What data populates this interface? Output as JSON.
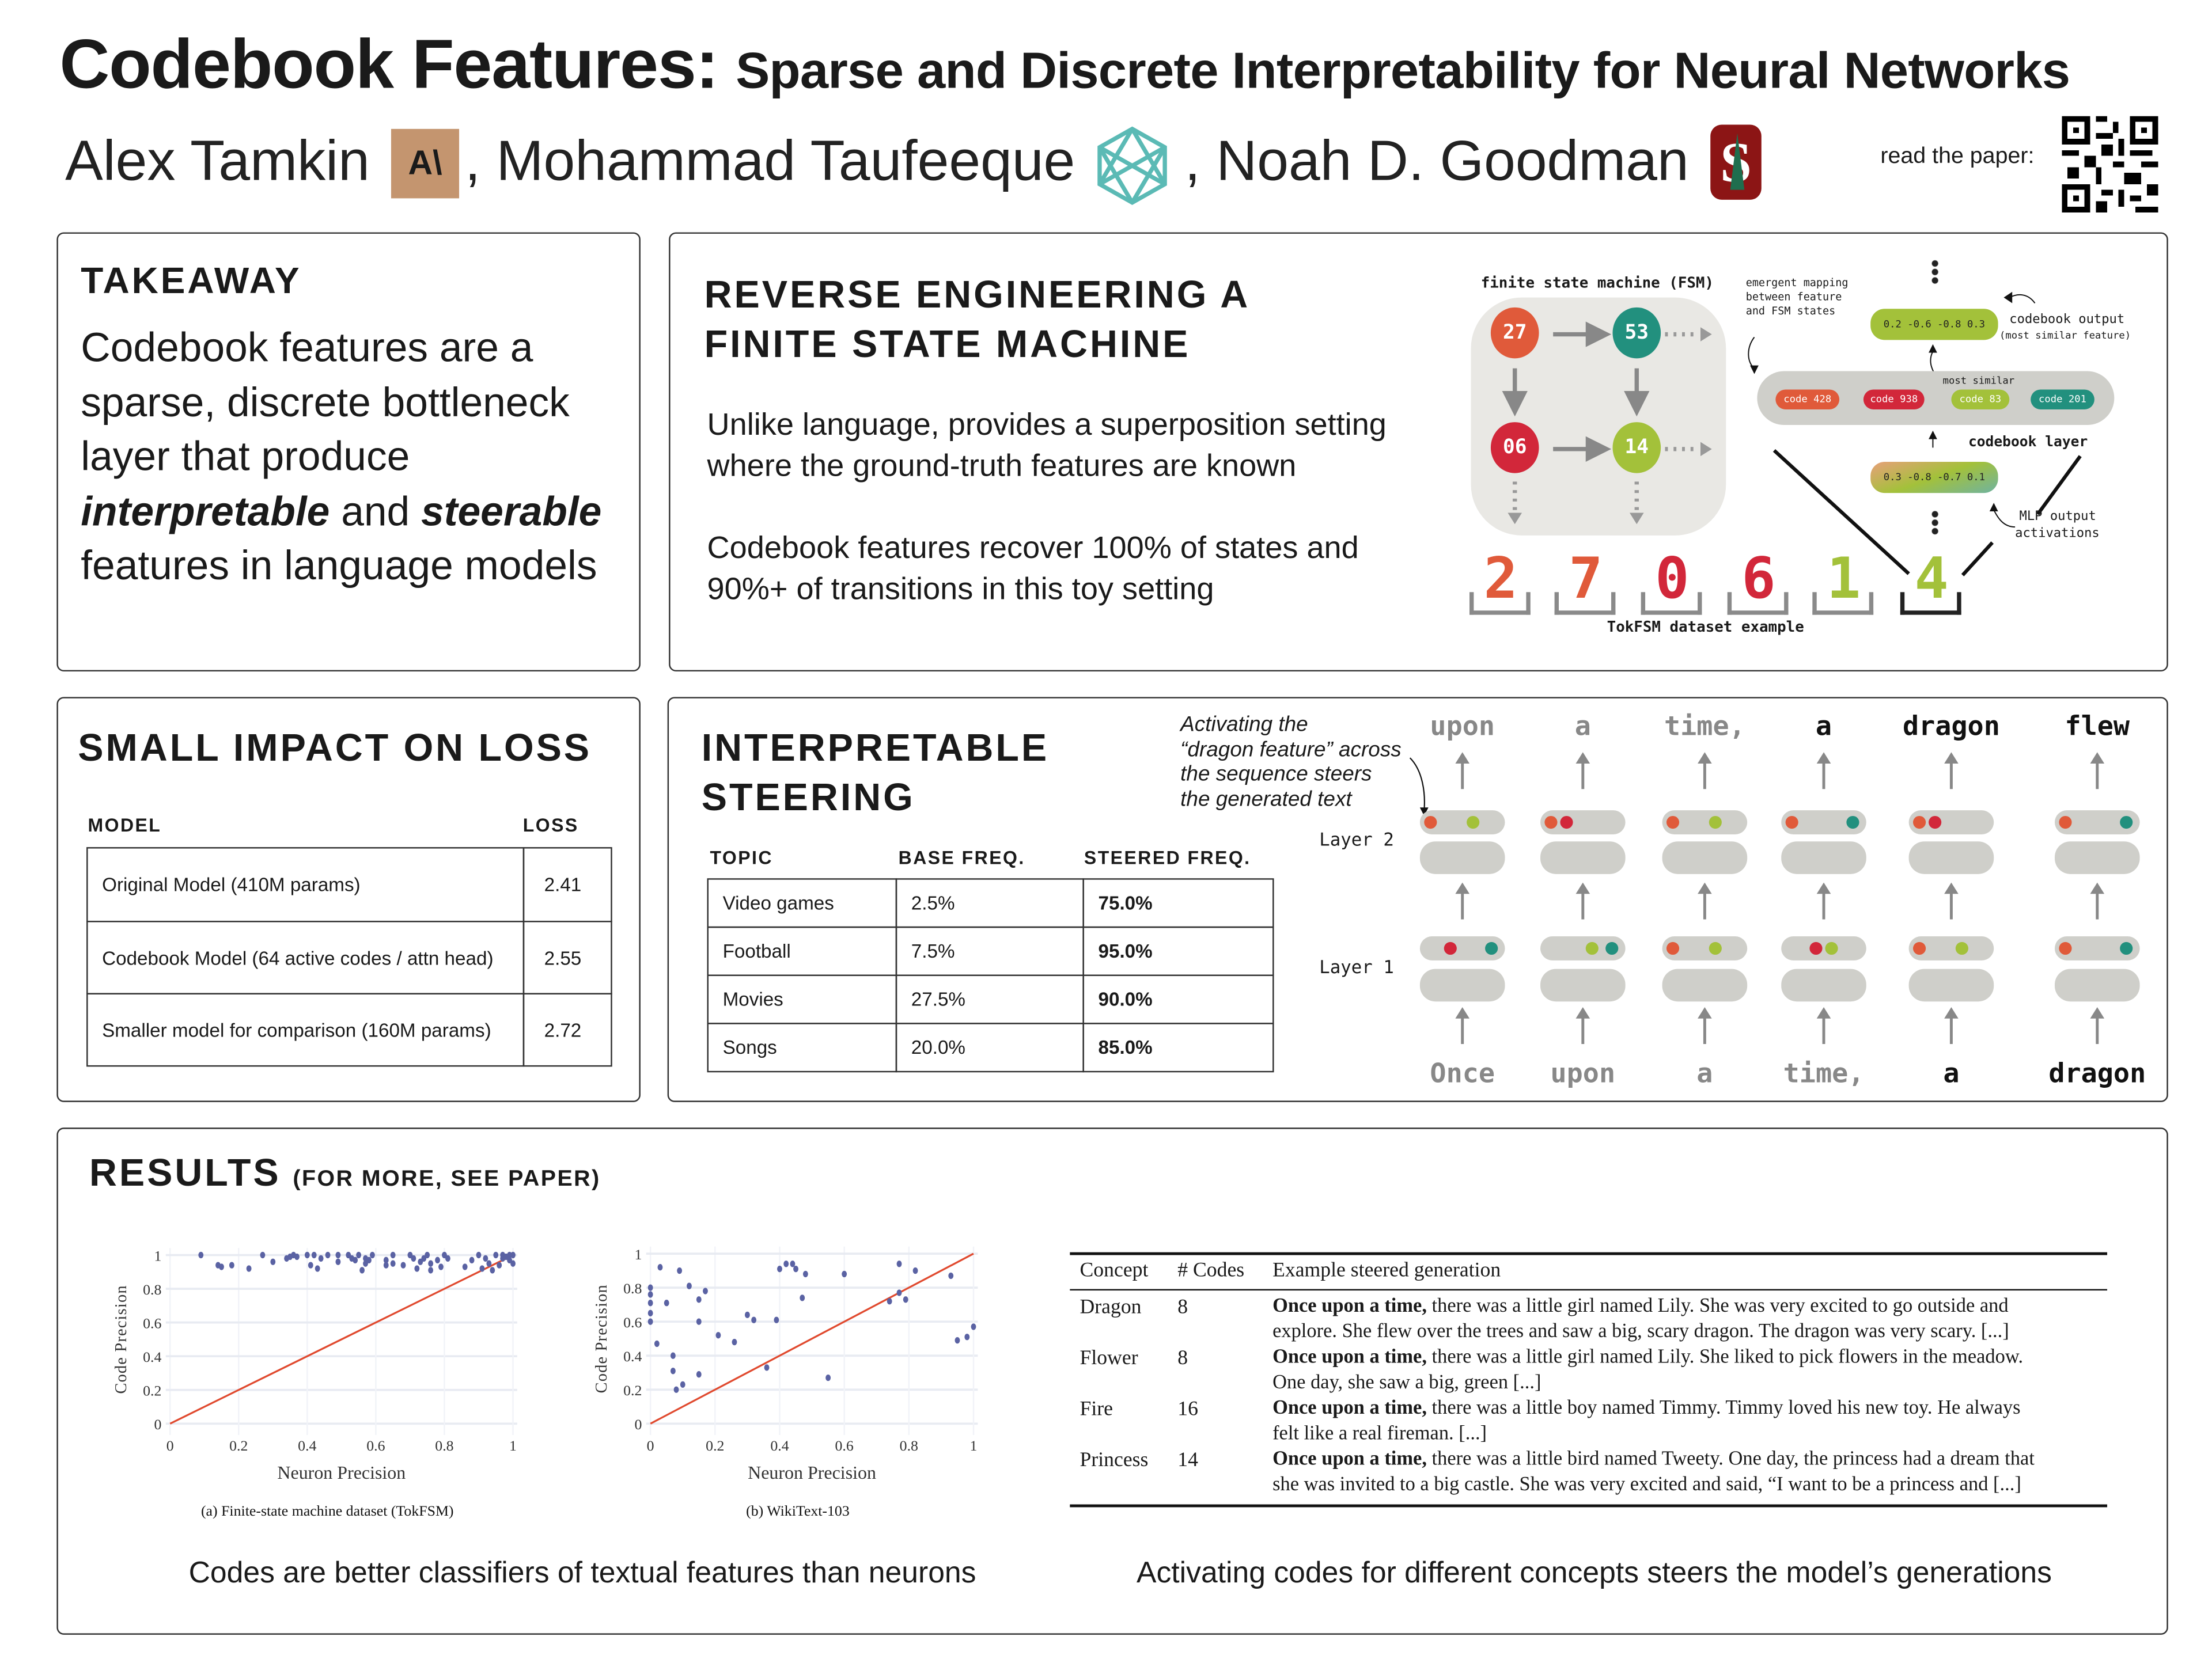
{
  "header": {
    "title_main": "Codebook Features:",
    "title_sub": "Sparse and Discrete Interpretability for Neural Networks",
    "authors": [
      "Alex Tamkin",
      ", Mohammad Taufeeque",
      ", Noah D. Goodman"
    ],
    "logos": {
      "anthropic": "A\\",
      "far": "network-logo-icon",
      "stanford": "S"
    },
    "qr_label": "read the paper:"
  },
  "takeaway": {
    "heading": "TAKEAWAY",
    "line1": "Codebook features are a",
    "line2": "sparse, discrete bottleneck",
    "line3": "layer that produce",
    "em1": "interpretable",
    "and": " and ",
    "em2": "steerable",
    "line5": "features in language models"
  },
  "fsm_panel": {
    "heading1": "REVERSE ENGINEERING A",
    "heading2": "FINITE STATE MACHINE",
    "p1_l1": "Unlike language, provides a superposition setting",
    "p1_l2": "where the ground-truth features are known",
    "p2_l1": "Codebook features recover 100% of states and",
    "p2_l2": "90%+ of transitions in this toy setting",
    "fsm_title": "finite state machine (FSM)",
    "states": [
      {
        "label": "27",
        "color": "#E05A3A"
      },
      {
        "label": "53",
        "color": "#22907E"
      },
      {
        "label": "06",
        "color": "#D2273A"
      },
      {
        "label": "14",
        "color": "#A3C13A"
      }
    ],
    "digits": [
      {
        "d": "2",
        "color": "#E05A3A"
      },
      {
        "d": "7",
        "color": "#E05A3A"
      },
      {
        "d": "0",
        "color": "#D2273A"
      },
      {
        "d": "6",
        "color": "#D2273A"
      },
      {
        "d": "1",
        "color": "#A3C13A"
      },
      {
        "d": "4",
        "color": "#A3C13A"
      }
    ],
    "dataset_label": "TokFSM dataset example",
    "mapping_l1": "emergent mapping",
    "mapping_l2": "between feature",
    "mapping_l3": "and FSM states",
    "codebook_output_vals": "0.2 -0.6 -0.8 0.3",
    "codebook_output_l1": "codebook output",
    "codebook_output_l2": "(most similar feature)",
    "most_similar": "most similar",
    "codes": [
      {
        "label": "code 428",
        "color": "#E05A3A"
      },
      {
        "label": "code 938",
        "color": "#D2273A"
      },
      {
        "label": "code 83",
        "color": "#A3C13A"
      },
      {
        "label": "code 201",
        "color": "#22907E"
      }
    ],
    "codebook_layer": "codebook layer",
    "mlp_vals": "0.3 -0.8 -0.7 0.1",
    "mlp_l1": "MLP output",
    "mlp_l2": "activations"
  },
  "loss_panel": {
    "heading": "SMALL IMPACT ON LOSS",
    "col_model": "MODEL",
    "col_loss": "LOSS",
    "rows": [
      {
        "model": "Original Model (410M params)",
        "loss": "2.41"
      },
      {
        "model": "Codebook Model (64 active codes / attn head)",
        "loss": "2.55"
      },
      {
        "model": "Smaller model for comparison (160M params)",
        "loss": "2.72"
      }
    ]
  },
  "steering_panel": {
    "heading1": "INTERPRETABLE",
    "heading2": "STEERING",
    "annotation": [
      "Activating the",
      "“dragon feature” across",
      "the sequence steers",
      "the generated text"
    ],
    "col_topic": "TOPIC",
    "col_base": "BASE FREQ.",
    "col_steered": "STEERED FREQ.",
    "rows": [
      {
        "topic": "Video games",
        "base": "2.5%",
        "steered": "75.0%"
      },
      {
        "topic": "Football",
        "base": "7.5%",
        "steered": "95.0%"
      },
      {
        "topic": "Movies",
        "base": "27.5%",
        "steered": "90.0%"
      },
      {
        "topic": "Songs",
        "base": "20.0%",
        "steered": "85.0%"
      }
    ],
    "layer2": "Layer 2",
    "layer1": "Layer 1",
    "output_words": [
      {
        "w": "upon",
        "generated": false
      },
      {
        "w": "a",
        "generated": false
      },
      {
        "w": "time,",
        "generated": false
      },
      {
        "w": "a",
        "generated": true
      },
      {
        "w": "dragon",
        "generated": true
      },
      {
        "w": "flew",
        "generated": true
      }
    ],
    "input_words": [
      {
        "w": "Once",
        "generated": false
      },
      {
        "w": "upon",
        "generated": false
      },
      {
        "w": "a",
        "generated": false
      },
      {
        "w": "time,",
        "generated": false
      },
      {
        "w": "a",
        "generated": true
      },
      {
        "w": "dragon",
        "generated": true
      }
    ],
    "layer2_codes": [
      [
        "orange",
        "green"
      ],
      [
        "orange",
        "red"
      ],
      [
        "orange",
        "green"
      ],
      [
        "orange",
        "teal"
      ],
      [
        "orange",
        "red"
      ],
      [
        "orange",
        "teal"
      ]
    ],
    "layer1_codes": [
      [
        "red",
        "teal"
      ],
      [
        "green",
        "teal"
      ],
      [
        "orange",
        "green"
      ],
      [
        "red",
        "green"
      ],
      [
        "orange",
        "green"
      ],
      [
        "orange",
        "teal"
      ]
    ],
    "code_colors": {
      "orange": "#E05A3A",
      "red": "#D2273A",
      "green": "#A3C13A",
      "teal": "#22907E"
    }
  },
  "results": {
    "heading": "RESULTS",
    "subheading": "(FOR MORE, SEE PAPER)",
    "left_caption": "Codes are better classifiers of textual features than neurons",
    "right_caption": "Activating codes for different concepts steers the model’s generations",
    "table": {
      "col_concept": "Concept",
      "col_codes": "# Codes",
      "col_example": "Example steered generation",
      "rows": [
        {
          "concept": "Dragon",
          "codes": "8",
          "bold": "Once upon a time,",
          "l1": " there was a little girl named Lily. She was very excited to go outside and",
          "l2": "explore. She flew over the trees and saw a big, scary dragon. The dragon was very scary. [...]"
        },
        {
          "concept": "Flower",
          "codes": "8",
          "bold": "Once upon a time,",
          "l1": " there was a little girl named Lily. She liked to pick flowers in the meadow.",
          "l2": "One day, she saw a big, green [...]"
        },
        {
          "concept": "Fire",
          "codes": "16",
          "bold": "Once upon a time,",
          "l1": " there was a little boy named Timmy. Timmy loved his new toy. He always",
          "l2": "felt like a real fireman. [...]"
        },
        {
          "concept": "Princess",
          "codes": "14",
          "bold": "Once upon a time,",
          "l1": " there was a little bird named Tweety. One day, the princess had a dream that",
          "l2": "she was invited to a big castle. She was very excited and said, “I want to be a princess and [...]"
        }
      ]
    }
  },
  "chart_data": [
    {
      "type": "scatter",
      "title": "(a) Finite-state machine dataset (TokFSM)",
      "xlabel": "Neuron Precision",
      "ylabel": "Code Precision",
      "xlim": [
        0,
        1
      ],
      "ylim": [
        0,
        1
      ],
      "xticks": [
        "0",
        "0.2",
        "0.4",
        "0.6",
        "0.8",
        "1"
      ],
      "yticks": [
        "0",
        "0.2",
        "0.4",
        "0.6",
        "0.8",
        "1"
      ],
      "grid": true,
      "reference_line": {
        "from": [
          0,
          0
        ],
        "to": [
          1,
          1
        ],
        "color": "#E0492E"
      },
      "point_color": "#5A62A3",
      "points": [
        [
          0.09,
          1.0
        ],
        [
          0.14,
          0.94
        ],
        [
          0.15,
          0.93
        ],
        [
          0.18,
          0.94
        ],
        [
          0.23,
          0.92
        ],
        [
          0.27,
          1.0
        ],
        [
          0.3,
          0.96
        ],
        [
          0.34,
          0.98
        ],
        [
          0.35,
          0.99
        ],
        [
          0.36,
          1.0
        ],
        [
          0.37,
          0.99
        ],
        [
          0.4,
          1.0
        ],
        [
          0.41,
          0.94
        ],
        [
          0.42,
          1.0
        ],
        [
          0.43,
          0.92
        ],
        [
          0.44,
          0.98
        ],
        [
          0.46,
          1.0
        ],
        [
          0.49,
          1.0
        ],
        [
          0.49,
          0.96
        ],
        [
          0.52,
          1.0
        ],
        [
          0.53,
          0.98
        ],
        [
          0.54,
          0.97
        ],
        [
          0.55,
          1.0
        ],
        [
          0.56,
          0.91
        ],
        [
          0.57,
          0.95
        ],
        [
          0.57,
          0.98
        ],
        [
          0.58,
          0.97
        ],
        [
          0.59,
          1.0
        ],
        [
          0.63,
          0.97
        ],
        [
          0.63,
          0.94
        ],
        [
          0.65,
          1.0
        ],
        [
          0.65,
          0.95
        ],
        [
          0.68,
          0.94
        ],
        [
          0.7,
          1.0
        ],
        [
          0.71,
          0.98
        ],
        [
          0.72,
          0.92
        ],
        [
          0.73,
          0.96
        ],
        [
          0.74,
          0.98
        ],
        [
          0.75,
          1.0
        ],
        [
          0.76,
          0.95
        ],
        [
          0.76,
          0.91
        ],
        [
          0.78,
          0.97
        ],
        [
          0.79,
          0.93
        ],
        [
          0.8,
          1.0
        ],
        [
          0.81,
          0.98
        ],
        [
          0.86,
          0.93
        ],
        [
          0.88,
          0.97
        ],
        [
          0.9,
          1.0
        ],
        [
          0.91,
          0.92
        ],
        [
          0.92,
          0.98
        ],
        [
          0.93,
          0.95
        ],
        [
          0.94,
          0.91
        ],
        [
          0.95,
          1.0
        ],
        [
          0.96,
          0.94
        ],
        [
          0.97,
          1.0
        ],
        [
          0.98,
          0.99
        ],
        [
          0.99,
          0.97
        ],
        [
          1.0,
          1.0
        ],
        [
          1.0,
          0.95
        ],
        [
          0.99,
          1.0
        ],
        [
          0.97,
          0.98
        ]
      ]
    },
    {
      "type": "scatter",
      "title": "(b) WikiText-103",
      "xlabel": "Neuron Precision",
      "ylabel": "Code Precision",
      "xlim": [
        0,
        1
      ],
      "ylim": [
        0,
        1
      ],
      "xticks": [
        "0",
        "0.2",
        "0.4",
        "0.6",
        "0.8",
        "1"
      ],
      "yticks": [
        "0",
        "0.2",
        "0.4",
        "0.6",
        "0.8",
        "1"
      ],
      "grid": true,
      "reference_line": {
        "from": [
          0,
          0
        ],
        "to": [
          1,
          1
        ],
        "color": "#E0492E"
      },
      "point_color": "#5A62A3",
      "points": [
        [
          0.03,
          0.92
        ],
        [
          0.09,
          0.9
        ],
        [
          0,
          0.8
        ],
        [
          0,
          0.76
        ],
        [
          0,
          0.71
        ],
        [
          0.05,
          0.71
        ],
        [
          0,
          0.65
        ],
        [
          0,
          0.6
        ],
        [
          0.12,
          0.81
        ],
        [
          0.17,
          0.78
        ],
        [
          0.15,
          0.73
        ],
        [
          0.15,
          0.6
        ],
        [
          0.02,
          0.47
        ],
        [
          0.07,
          0.4
        ],
        [
          0.07,
          0.31
        ],
        [
          0.1,
          0.23
        ],
        [
          0.08,
          0.2
        ],
        [
          0.15,
          0.29
        ],
        [
          0.21,
          0.52
        ],
        [
          0.26,
          0.48
        ],
        [
          0.3,
          0.64
        ],
        [
          0.32,
          0.61
        ],
        [
          0.39,
          0.61
        ],
        [
          0.36,
          0.33
        ],
        [
          0.4,
          0.91
        ],
        [
          0.42,
          0.94
        ],
        [
          0.44,
          0.94
        ],
        [
          0.45,
          0.91
        ],
        [
          0.48,
          0.88
        ],
        [
          0.47,
          0.74
        ],
        [
          0.55,
          0.27
        ],
        [
          0.6,
          0.88
        ],
        [
          0.77,
          0.94
        ],
        [
          0.82,
          0.9
        ],
        [
          0.77,
          0.77
        ],
        [
          0.74,
          0.72
        ],
        [
          0.79,
          0.73
        ],
        [
          0.93,
          0.87
        ],
        [
          0.95,
          0.49
        ],
        [
          0.98,
          0.51
        ],
        [
          1.0,
          0.57
        ]
      ]
    }
  ]
}
